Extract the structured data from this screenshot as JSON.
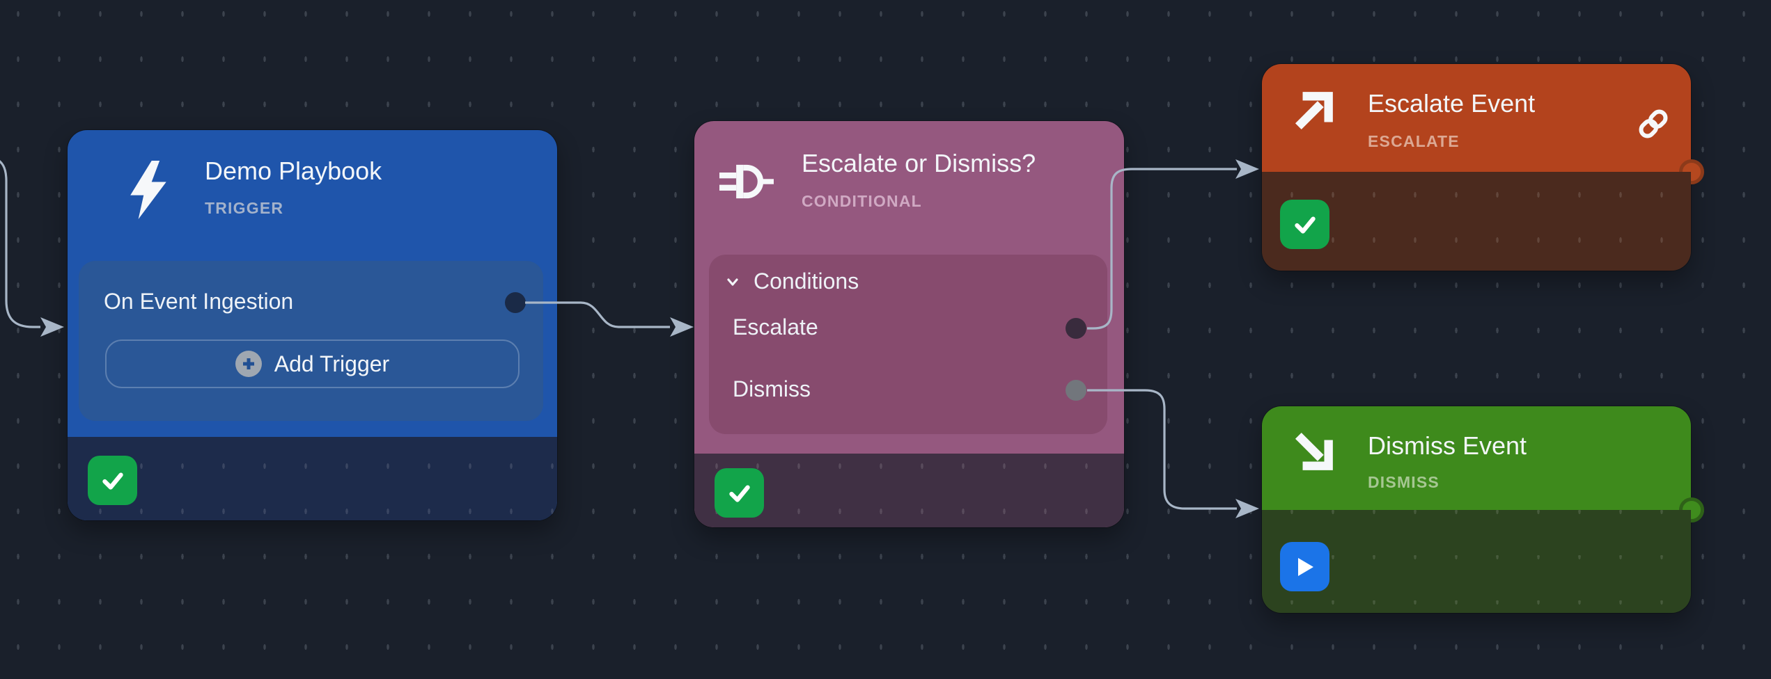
{
  "canvas": {
    "background_color": "#1A202B",
    "grid_dot_color": "#3C434E",
    "edge_color": "#A8B6C7"
  },
  "nodes": {
    "trigger": {
      "title": "Demo Playbook",
      "subtitle": "TRIGGER",
      "icon": "lightning-bolt-icon",
      "color": "#1F55AB",
      "footer_color": "#1D2B4B",
      "row_label": "On Event Ingestion",
      "add_button_label": "Add Trigger",
      "status": "success"
    },
    "conditional": {
      "title": "Escalate or Dismiss?",
      "subtitle": "CONDITIONAL",
      "icon": "logic-gate-icon",
      "color": "#95587F",
      "footer_color": "#403044",
      "section_label": "Conditions",
      "branches": [
        {
          "label": "Escalate"
        },
        {
          "label": "Dismiss"
        }
      ],
      "status": "success"
    },
    "escalate": {
      "title": "Escalate Event",
      "subtitle": "ESCALATE",
      "icon": "arrow-up-right-icon",
      "color": "#B3431D",
      "footer_color": "#4B2A1E",
      "status": "success"
    },
    "dismiss": {
      "title": "Dismiss Event",
      "subtitle": "DISMISS",
      "icon": "arrow-down-right-icon",
      "color": "#3E8A1C",
      "footer_color": "#2C431F",
      "status": "running"
    }
  },
  "badges": {
    "success_color": "#12A44A",
    "running_color": "#1B74E8"
  }
}
